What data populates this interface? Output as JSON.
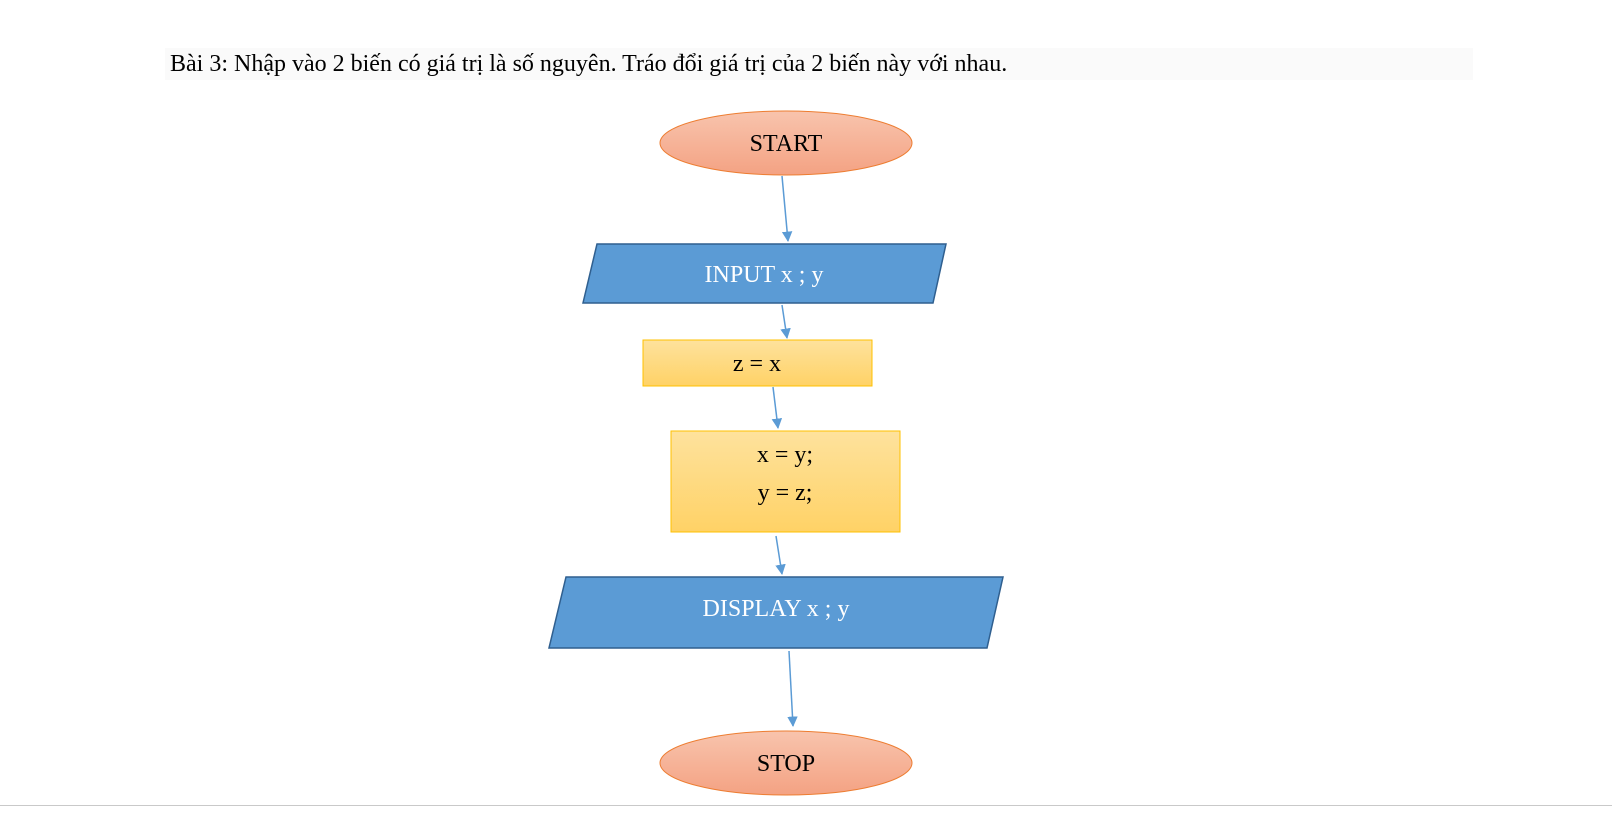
{
  "document": {
    "title": "Bài 3:  Nhập vào 2 biến có giá trị là số nguyên. Tráo đổi giá trị của 2 biến này với nhau."
  },
  "flowchart": {
    "start": {
      "label": "START"
    },
    "input": {
      "label": "INPUT x ; y"
    },
    "assign_z": {
      "label": "z = x"
    },
    "swap": {
      "line1": "x = y;",
      "line2": "y = z;"
    },
    "display": {
      "label": "DISPLAY x ; y"
    },
    "stop": {
      "label": "STOP"
    }
  },
  "colors": {
    "terminal_fill_top": "#f8c4ad",
    "terminal_fill_bottom": "#f4a283",
    "terminal_stroke": "#ed7d31",
    "io_fill": "#5b9bd5",
    "io_stroke": "#2f5f8f",
    "process_fill_top": "#fee29d",
    "process_fill_bottom": "#ffd266",
    "process_stroke": "#ffc000",
    "arrow": "#5b9bd5"
  }
}
